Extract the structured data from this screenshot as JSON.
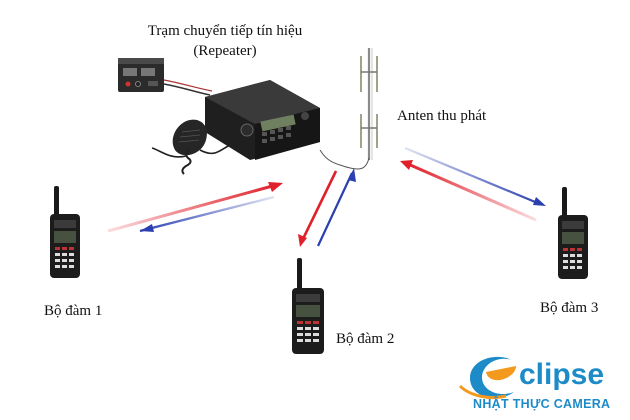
{
  "labels": {
    "repeater": "Trạm chuyển tiếp tín hiệu (Repeater)",
    "antenna": "Anten thu phát",
    "radio1": "Bộ đàm 1",
    "radio2": "Bộ đàm 2",
    "radio3": "Bộ đàm 3"
  },
  "logo": {
    "brand": "clipse",
    "tagline": "NHẬT THỰC CAMERA"
  },
  "colors": {
    "uplink_arrow": "#e0202a",
    "downlink_arrow": "#2a3fb0",
    "logo_blue": "#1e8bc9",
    "logo_orange": "#f39a1e"
  }
}
